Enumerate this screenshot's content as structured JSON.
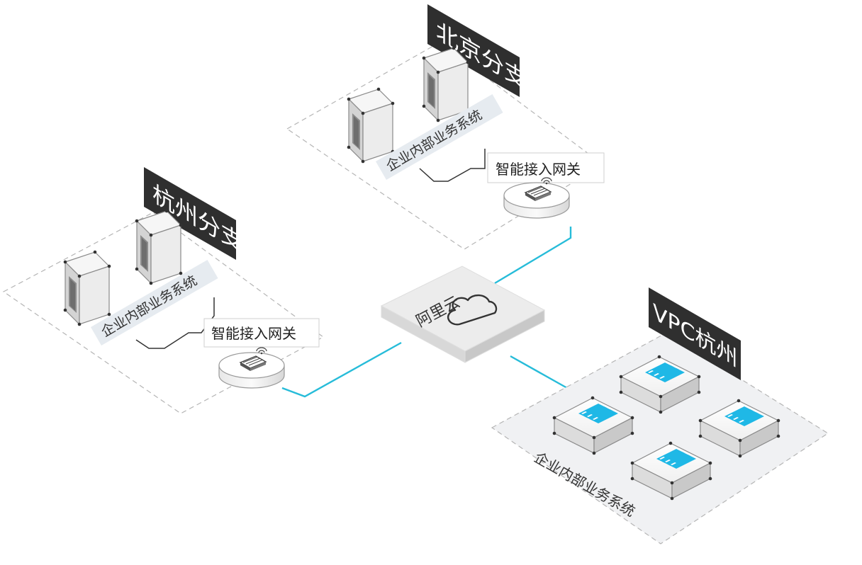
{
  "nodes": {
    "beijing": {
      "title": "北京分支",
      "system_label": "企业内部业务系统",
      "gateway_label": "智能接入网关"
    },
    "hangzhou": {
      "title": "杭州分支",
      "system_label": "企业内部业务系统",
      "gateway_label": "智能接入网关"
    },
    "cloud": {
      "label": "阿里云"
    },
    "vpc": {
      "title": "VPC杭州",
      "system_label": "企业内部业务系统"
    }
  },
  "colors": {
    "link": "#27bcd9",
    "server_icon": "#1fb8e6",
    "banner": "#2f2f2f",
    "dashed": "#b5b5b5"
  }
}
